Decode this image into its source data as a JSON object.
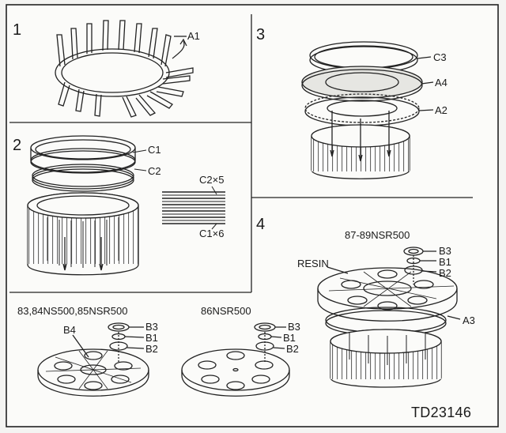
{
  "panels": [
    {
      "number": "1",
      "labels": [
        "A1"
      ]
    },
    {
      "number": "2",
      "labels": [
        "C1",
        "C2",
        "C2×5",
        "C1×6"
      ]
    },
    {
      "number": "3",
      "labels": [
        "C3",
        "A4",
        "A2"
      ]
    },
    {
      "number": "4",
      "model": "87-89NSR500",
      "labels": [
        "RESIN",
        "B3",
        "B1",
        "B2",
        "A3"
      ]
    }
  ],
  "variants": [
    {
      "model": "83,84NS500,85NSR500",
      "labels": [
        "B4",
        "B3",
        "B1",
        "B2"
      ]
    },
    {
      "model": "86NSR500",
      "labels": [
        "B3",
        "B1",
        "B2"
      ]
    }
  ],
  "figure_code": "TD23146"
}
